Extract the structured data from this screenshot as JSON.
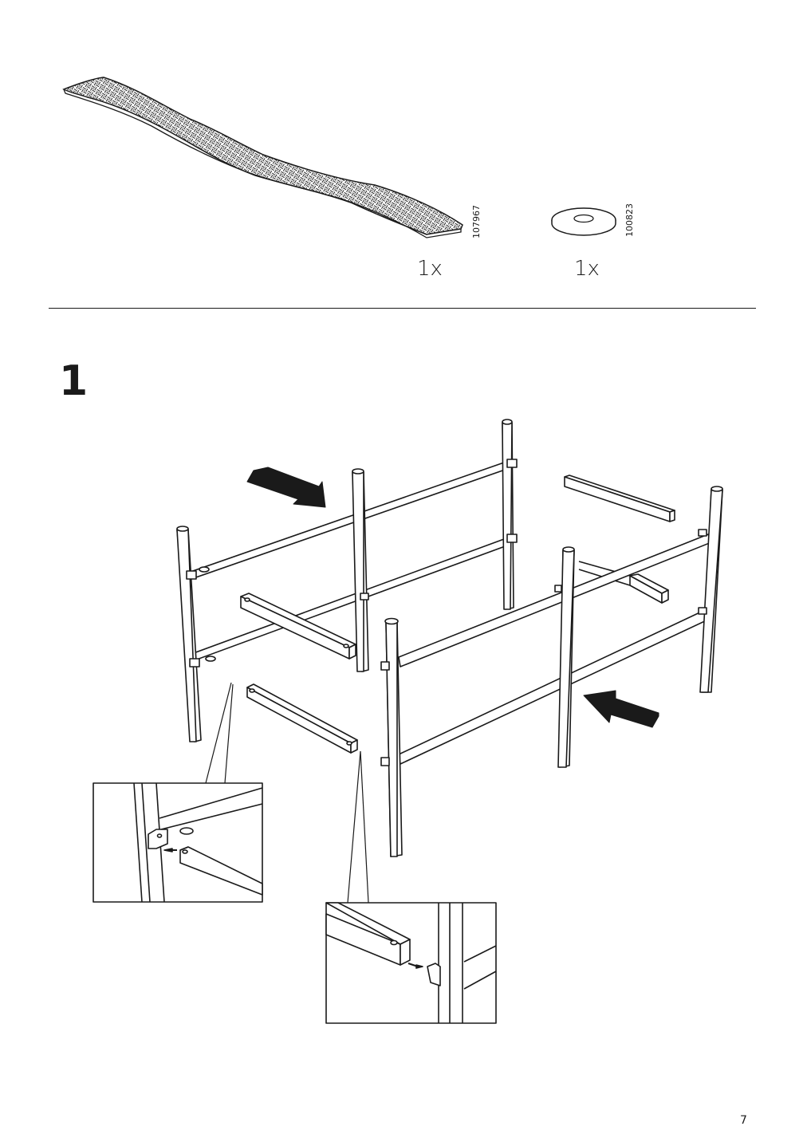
{
  "parts": [
    {
      "id": "mat",
      "part_number": "107967",
      "quantity": "1x"
    },
    {
      "id": "washer",
      "part_number": "100823",
      "quantity": "1x"
    }
  ],
  "step": {
    "number": "1"
  },
  "page": {
    "number": "7"
  },
  "icons": {
    "mat": "woven-mat-icon",
    "washer": "washer-icon",
    "arrow": "push-arrow-icon"
  }
}
